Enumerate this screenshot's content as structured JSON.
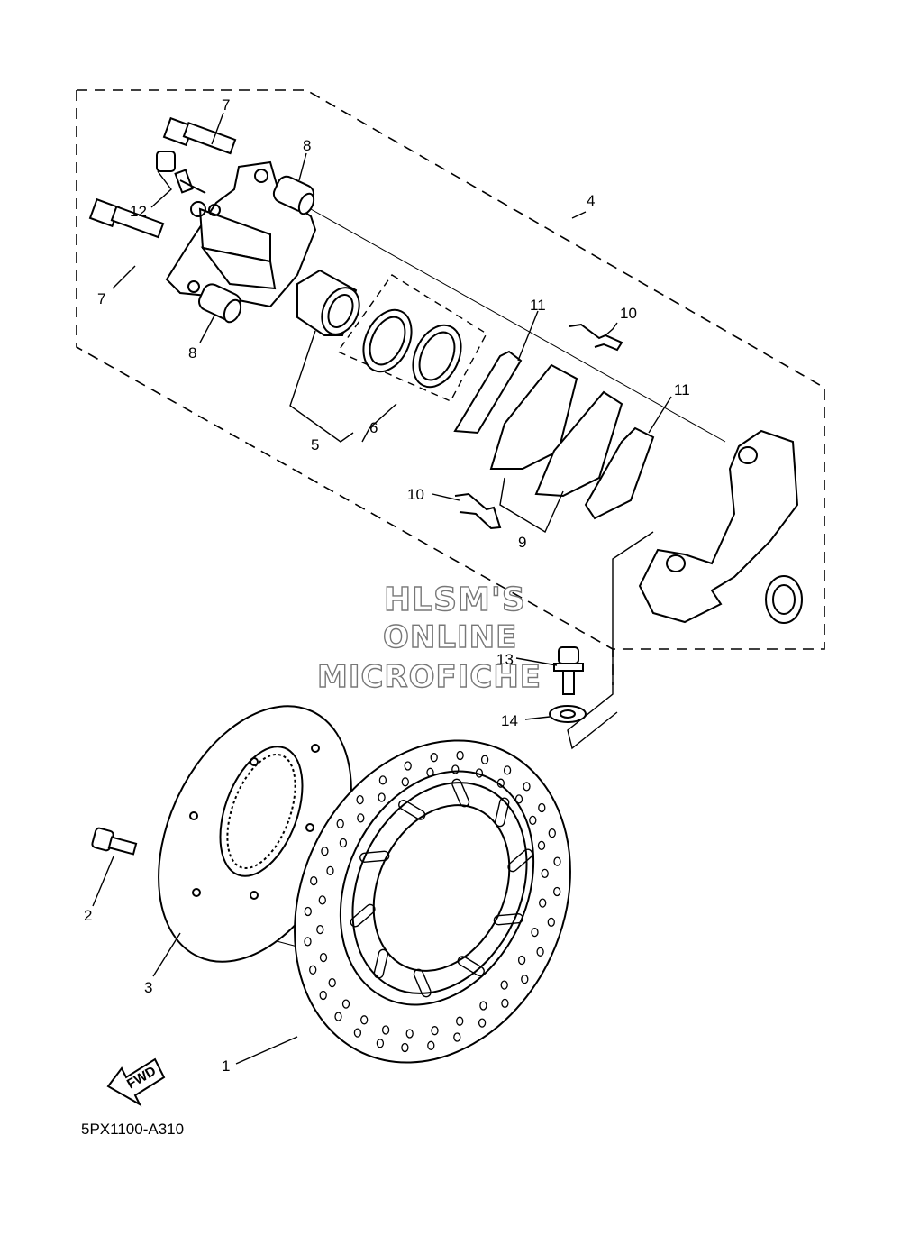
{
  "diagram": {
    "catalog_code": "5PX1100-A310",
    "fwd_label": "FWD",
    "watermark": [
      "HLSM'S",
      "ONLINE",
      "MICROFICHE"
    ],
    "callouts": {
      "c1": "1",
      "c2": "2",
      "c3": "3",
      "c4": "4",
      "c5": "5",
      "c6": "6",
      "c7a": "7",
      "c7b": "7",
      "c8a": "8",
      "c8b": "8",
      "c9": "9",
      "c10a": "10",
      "c10b": "10",
      "c11a": "11",
      "c11b": "11",
      "c12": "12",
      "c13": "13",
      "c14": "14"
    }
  }
}
